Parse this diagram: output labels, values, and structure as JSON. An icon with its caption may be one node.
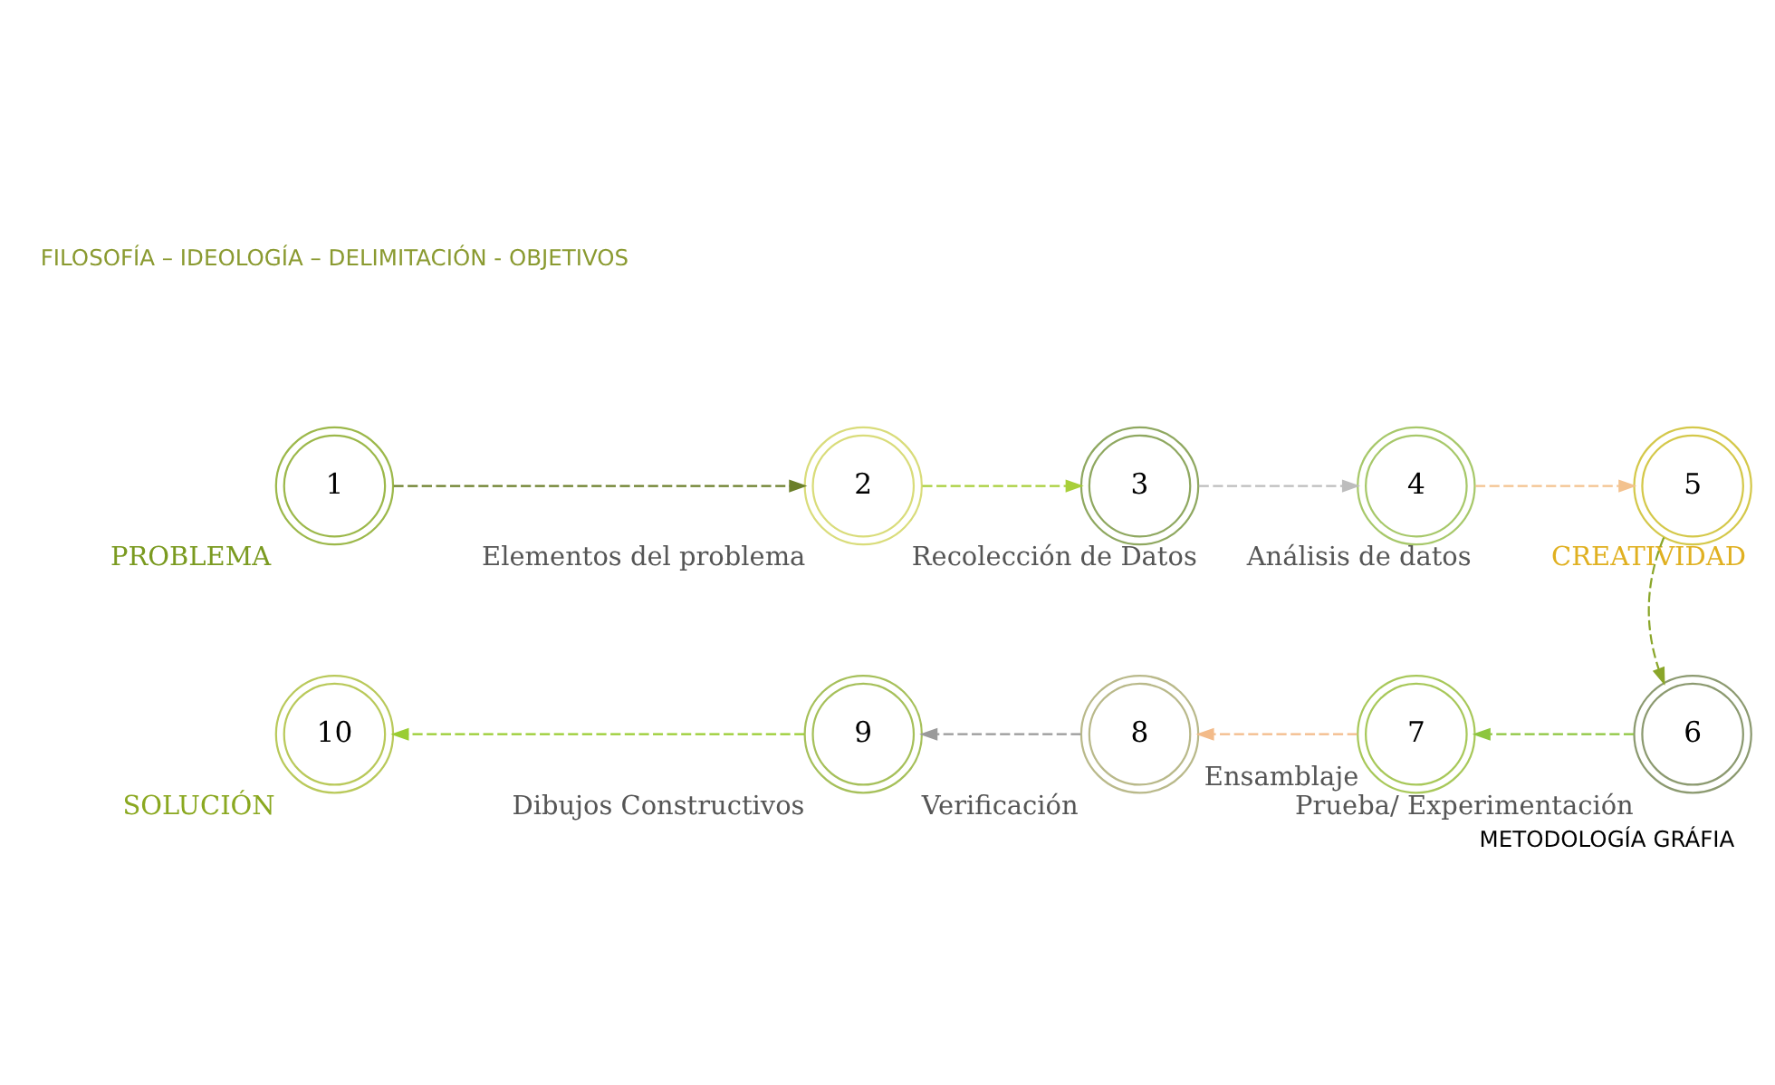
{
  "diagram": {
    "caption": "METODOLOGÍA GRÁFIA",
    "nodes": [
      {
        "text": [
          "1"
        ],
        "beside": [
          "PROBLEMA"
        ]
      },
      {
        "text": [
          "2"
        ],
        "beside": [
          "Elementos del problema"
        ]
      },
      {
        "text": [
          "3"
        ],
        "beside": [
          "Recolección de Datos"
        ]
      },
      {
        "text": [
          "4"
        ],
        "beside": [
          "Análisis de datos"
        ]
      },
      {
        "text": [
          "5"
        ],
        "beside": [
          "CREATIVIDAD"
        ]
      },
      {
        "text": [
          "6"
        ],
        "beside": [
          "Prueba/ Experimentación"
        ]
      },
      {
        "text": [
          "7"
        ],
        "beside": [
          "Ensamblaje"
        ]
      },
      {
        "text": [
          "8"
        ],
        "beside": [
          "Verificación"
        ]
      },
      {
        "text": [
          "9"
        ],
        "beside": [
          "Dibujos Constructivos"
        ]
      },
      {
        "text": [
          "10"
        ],
        "beside": [
          "SOLUCIÓN"
        ]
      }
    ],
    "edges": [
      {
        "from": 0,
        "to": 1,
        "arrow": "to",
        "style": "dashed",
        "color": "#6b7f2a"
      },
      {
        "from": 1,
        "to": 2,
        "arrow": "to",
        "style": "dashed",
        "color": "#a8cf3a"
      },
      {
        "from": 2,
        "to": 3,
        "arrow": "to",
        "style": "dashed",
        "color": "#bdbdbd"
      },
      {
        "from": 3,
        "to": 4,
        "arrow": "to",
        "style": "dashed",
        "color": "#f3c28e"
      },
      {
        "from": 4,
        "to": 5,
        "arrow": "to",
        "style": "dashed",
        "color": "#8aa62a"
      },
      {
        "from": 5,
        "to": 6,
        "arrow": "to",
        "style": "dashed",
        "color": "#8dc63f"
      },
      {
        "from": 6,
        "to": 7,
        "arrow": "to",
        "style": "dashed",
        "color": "#f3bb8a"
      },
      {
        "from": 7,
        "to": 8,
        "arrow": "to",
        "style": "dashed",
        "color": "#9a9a9a"
      },
      {
        "from": 8,
        "to": 9,
        "arrow": "to",
        "style": "dashed",
        "color": "#9acd32"
      }
    ],
    "labels": [
      "FILOSOFÍA – IDEOLOGÍA – DELIMITACIÓN - OBJETIVOS"
    ]
  }
}
